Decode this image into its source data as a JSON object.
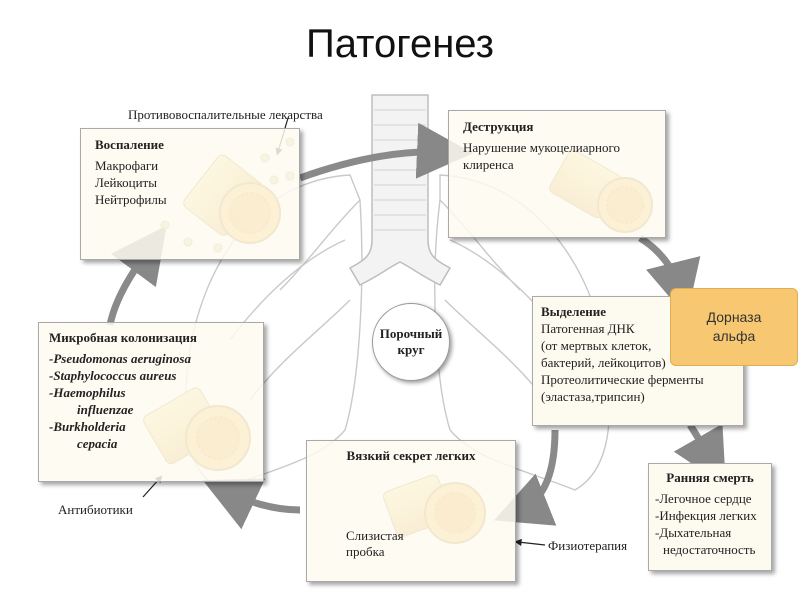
{
  "title": "Патогенез",
  "labels": {
    "anti_inflammatory": "Противовоспалительные лекарства",
    "antibiotics": "Антибиотики",
    "physiotherapy": "Физиотерапия",
    "mucus_plug": [
      "Слизистая",
      "пробка"
    ]
  },
  "center": [
    "Порочный",
    "круг"
  ],
  "boxes": {
    "inflammation": {
      "title": "Воспаление",
      "lines": [
        "Макрофаги",
        "Лейкоциты",
        "Нейтрофилы"
      ]
    },
    "destruction": {
      "title": "Деструкция",
      "lines": [
        "Нарушение мукоцелиарного",
        "клиренса"
      ]
    },
    "secretion": {
      "title": "Выделение",
      "lines": [
        "Патогенная ДНК",
        "(от мертвых клеток,",
        "бактерий, лейкоцитов)",
        "Протеолитические ферменты",
        "(эластаза,трипсин)"
      ]
    },
    "colonization": {
      "title": "Микробная колонизация",
      "lines": [
        "-Pseudomonas aeruginosa",
        "-Staphylococcus aureus",
        "-Haemophilus",
        "influenzae",
        "-Burkholderia",
        "cepacia"
      ]
    },
    "viscous": {
      "title": "Вязкий секрет легких"
    },
    "early_death": {
      "title": "Ранняя смерть",
      "lines": [
        "-Легочное сердце",
        "-Инфекция легких",
        "-Дыхательная",
        "недостаточность"
      ]
    }
  },
  "callout": [
    "Дорназа",
    "альфа"
  ]
}
